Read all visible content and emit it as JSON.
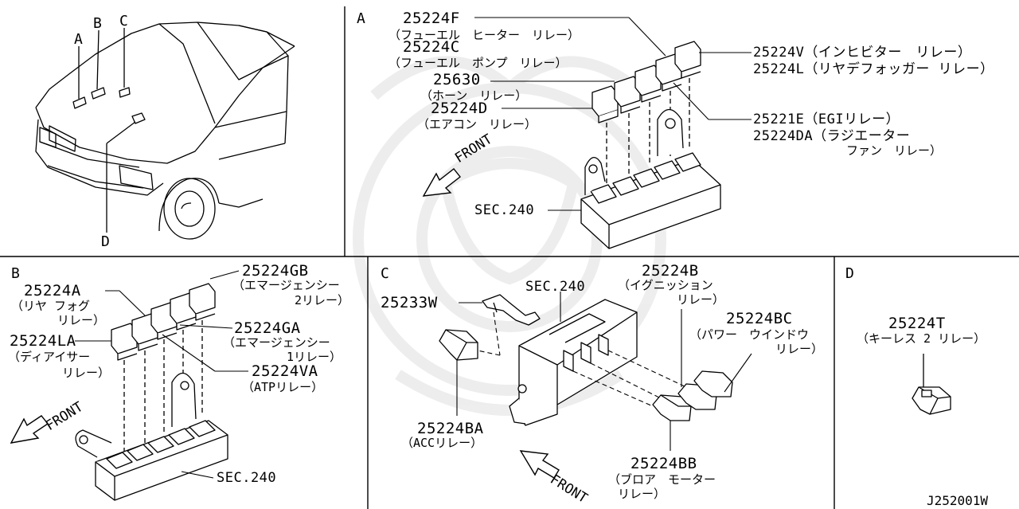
{
  "panel_a": {
    "letter": "A",
    "p25224F": "25224F",
    "p25224F_desc": "（フューエル　ヒーター　リレー）",
    "p25224C": "25224C",
    "p25224C_desc": "（フューエル　ポンプ　リレー）",
    "p25630": "25630",
    "p25630_desc": "（ホーン　リレー）",
    "p25224D": "25224D",
    "p25224D_desc": "（エアコン　リレー）",
    "p25224V": "25224V（インヒビター　リレー）",
    "p25224L": "25224L（リヤデフォッガー リレー）",
    "p25221E": "25221E（EGIリレー）",
    "p25224DA": "25224DA（ラジエーター",
    "p25224DA_2": "ファン　リレー）",
    "front": "FRONT",
    "sec": "SEC.240"
  },
  "panel_car": {
    "a": "A",
    "b": "B",
    "c": "C",
    "d": "D"
  },
  "panel_b": {
    "letter": "B",
    "p25224GB": "25224GB",
    "p25224GB_desc1": "（エマージェンシー",
    "p25224GB_desc2": "2リレー）",
    "p25224A": "25224A",
    "p25224A_desc1": "（リヤ フォグ",
    "p25224A_desc2": "リレー）",
    "p25224GA": "25224GA",
    "p25224GA_desc1": "（エマージェンシー",
    "p25224GA_desc2": "1リレー）",
    "p25224LA": "25224LA",
    "p25224LA_desc1": "（ディアイサー",
    "p25224LA_desc2": "リレー）",
    "p25224VA": "25224VA",
    "p25224VA_desc": "（ATPリレー）",
    "front": "FRONT",
    "sec": "SEC.240"
  },
  "panel_c": {
    "letter": "C",
    "sec": "SEC.240",
    "p25233W": "25233W",
    "p25224B": "25224B",
    "p25224B_desc1": "（イグニッション",
    "p25224B_desc2": "リレー）",
    "p25224BC": "25224BC",
    "p25224BC_desc1": "（パワー　ウインドウ",
    "p25224BC_desc2": "リレー）",
    "p25224BA": "25224BA",
    "p25224BA_desc": "（ACCリレー）",
    "p25224BB": "25224BB",
    "p25224BB_desc1": "（ブロア　モーター",
    "p25224BB_desc2": "リレー）",
    "front": "FRONT"
  },
  "panel_d": {
    "letter": "D",
    "p25224T": "25224T",
    "p25224T_desc": "（キーレス 2 リレー）"
  },
  "diagram_code": "J252001W"
}
